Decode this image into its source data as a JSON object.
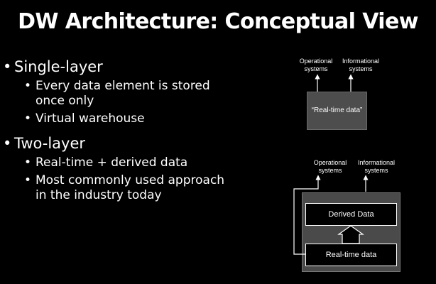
{
  "slide": {
    "title": "DW Architecture: Conceptual View",
    "bullets": [
      {
        "text": "Single-layer",
        "sub": [
          "Every data element is stored once only",
          "Virtual warehouse"
        ]
      },
      {
        "text": "Two-layer",
        "sub": [
          "Real-time + derived data",
          "Most commonly used approach in the industry today"
        ]
      }
    ],
    "bullet_glyph": "•"
  },
  "diagram1": {
    "op_line1": "Operational",
    "op_line2": "systems",
    "info_line1": "Informational",
    "info_line2": "systems",
    "box_label": "“Real-time data”"
  },
  "diagram2": {
    "op_line1": "Operational",
    "op_line2": "systems",
    "info_line1": "Informational",
    "info_line2": "systems",
    "derived_label": "Derived Data",
    "realtime_label": "Real-time data"
  }
}
